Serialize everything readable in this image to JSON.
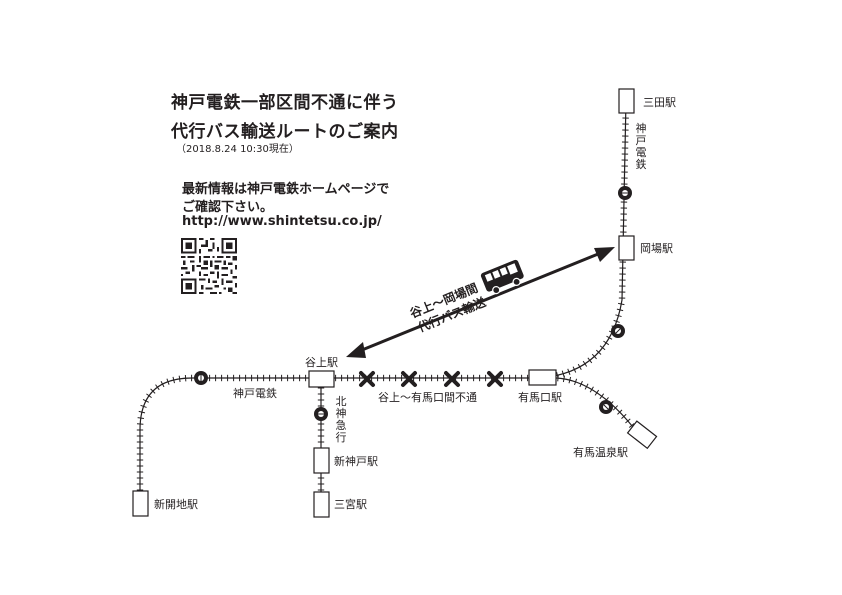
{
  "title": {
    "line1": "神戸電鉄一部区間不通に伴う",
    "line2": "代行バス輸送ルートのご案内",
    "date": "（2018.8.24  10:30現在）"
  },
  "info": {
    "line1": "最新情報は神戸電鉄ホームページで",
    "line2": "ご確認下さい。",
    "url": "http://www.shintetsu.co.jp/"
  },
  "stations": {
    "sanda": "三田駅",
    "okaba": "岡場駅",
    "tanigami": "谷上駅",
    "arimaguchi": "有馬口駅",
    "arima_onsen": "有馬温泉駅",
    "shinkaichi": "新開地駅",
    "shinkobe": "新神戸駅",
    "sannomiya": "三宮駅"
  },
  "lines": {
    "shintetsu_horizontal": "神戸電鉄",
    "shintetsu_vertical": "神戸電鉄",
    "hokushin": "北神急行"
  },
  "suspension": "谷上～有馬口間不通",
  "bus": {
    "line1": "谷上～岡場間",
    "line2": "代行バス輸送"
  },
  "colors": {
    "ink": "#231f20",
    "background": "#ffffff"
  }
}
